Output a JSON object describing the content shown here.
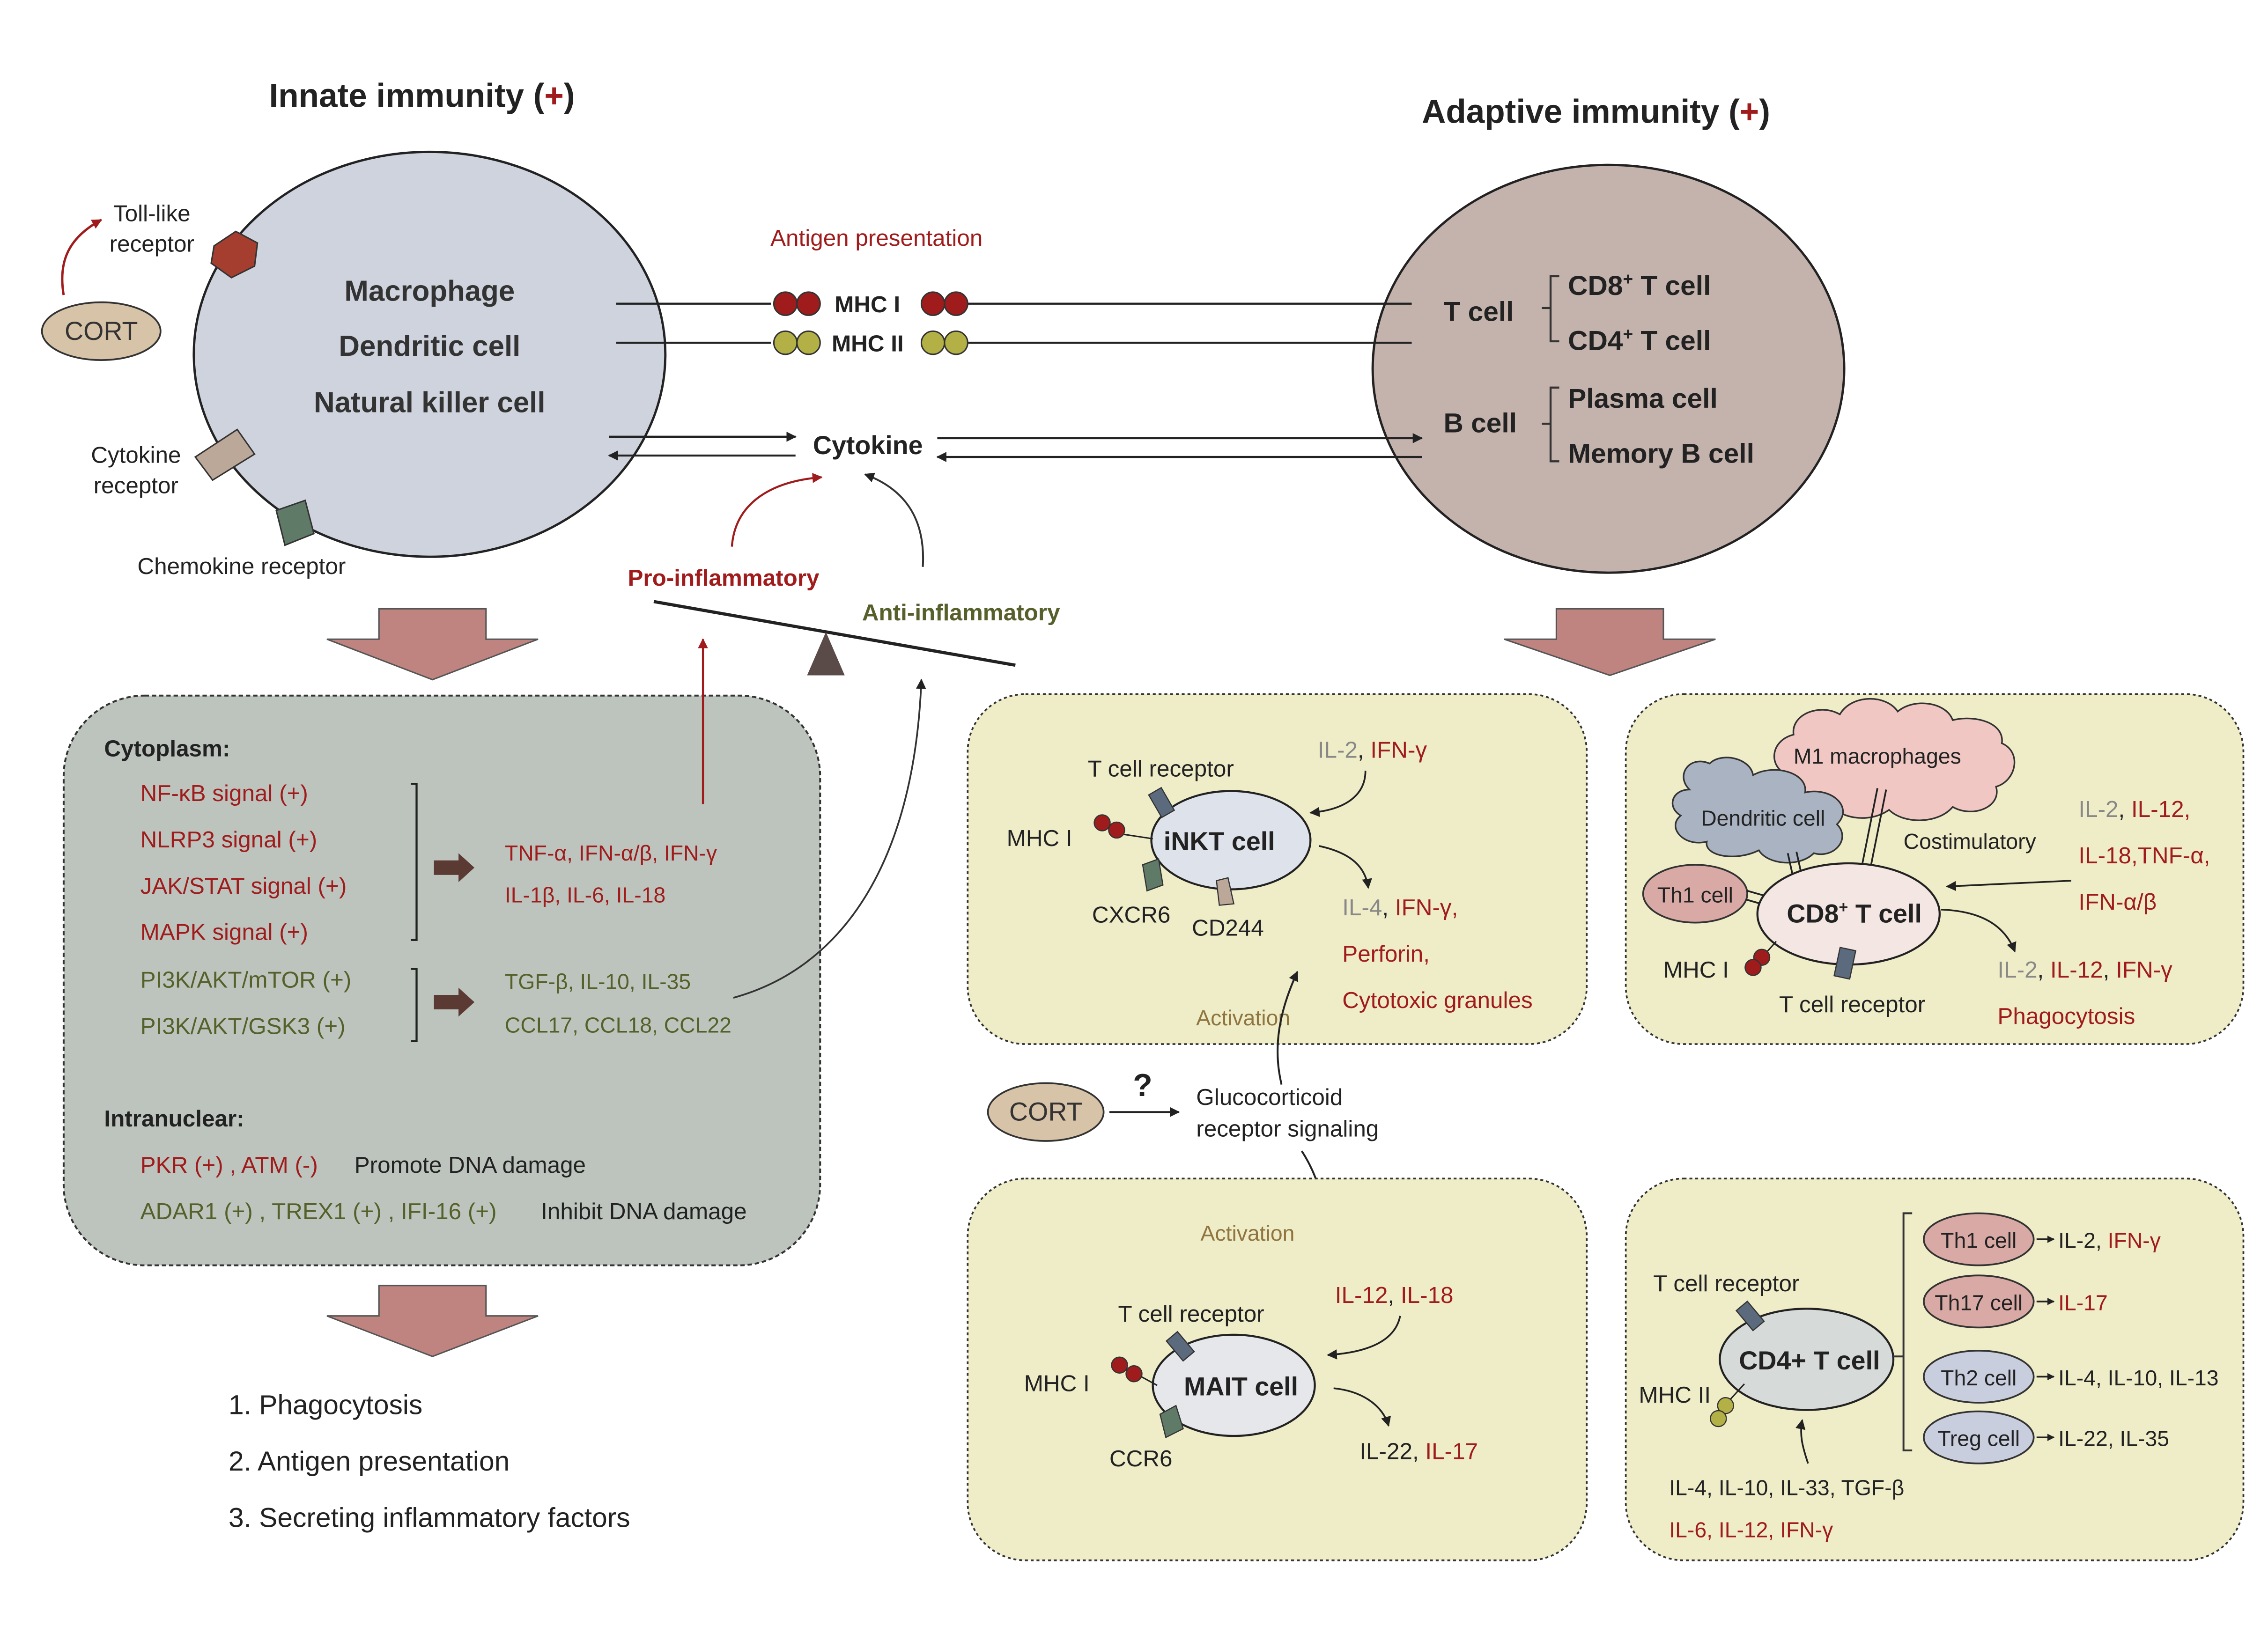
{
  "colors": {
    "red": "#a01c1c",
    "olive": "#55602a",
    "dark": "#222222",
    "grey_text": "#888888",
    "brown_text": "#8f7540",
    "innate_cell": "#cfd3dd",
    "adaptive_cell": "#c4b3ad",
    "cyto_panel": "#bcc4bd",
    "yellow_panel": "#efecc8",
    "arrow_fill": "#c08480"
  },
  "innate": {
    "title": "Innate immunity (",
    "plus": "+",
    "close": ")",
    "cells": [
      "Macrophage",
      "Dendritic cell",
      "Natural killer cell"
    ],
    "toll_like": [
      "Toll-like",
      "receptor"
    ],
    "cort": "CORT",
    "cytokine_receptor": [
      "Cytokine",
      "receptor"
    ],
    "chemokine_receptor": "Chemokine receptor"
  },
  "adaptive": {
    "title": "Adaptive immunity (",
    "plus": "+",
    "close": ")",
    "t_cell": "T cell",
    "cd8": "CD8",
    "cd4": "CD4",
    "sup": "+",
    "t_cell_suffix": " T cell",
    "b_cell": "B cell",
    "plasma": "Plasma cell",
    "memory": "Memory B cell"
  },
  "middle": {
    "antigen_presentation": "Antigen presentation",
    "mhc1": "MHC I",
    "mhc2": "MHC II",
    "cytokine": "Cytokine",
    "pro_inflammatory": "Pro-inflammatory",
    "anti_inflammatory": "Anti-inflammatory"
  },
  "cytoplasm": {
    "title": "Cytoplasm:",
    "pro_signals": [
      "NF-κB signal (+)",
      "NLRP3 signal (+)",
      "JAK/STAT signal (+)",
      "MAPK signal (+)"
    ],
    "pro_outputs": [
      "TNF-α, IFN-α/β, IFN-γ",
      "IL-1β, IL-6, IL-18"
    ],
    "anti_signals": [
      "PI3K/AKT/mTOR (+)",
      "PI3K/AKT/GSK3 (+)"
    ],
    "anti_outputs": [
      "TGF-β, IL-10, IL-35",
      "CCL17, CCL18, CCL22"
    ],
    "intranuclear_title": "Intranuclear:",
    "intra_row1": {
      "a": "PKR (+) , ATM (-)",
      "b": "Promote DNA damage"
    },
    "intra_row2": {
      "a": "ADAR1 (+) , TREX1 (+) , IFI-16 (+)",
      "b": "Inhibit DNA damage"
    }
  },
  "functions": [
    "1. Phagocytosis",
    "2. Antigen presentation",
    "3. Secreting inflammatory factors"
  ],
  "inkt": {
    "tcr": "T cell receptor",
    "il2": "IL-2",
    "comma": ", ",
    "ifng": "IFN-γ",
    "mhc1": "MHC I",
    "cell": "iNKT cell",
    "cxcr6": "CXCR6",
    "cd244": "CD244",
    "il4": "IL-4",
    "ifng2": "IFN-γ,",
    "perforin": "Perforin,",
    "granules": "Cytotoxic granules",
    "activation": "Activation"
  },
  "cd8panel": {
    "m1": "M1 macrophages",
    "dc": "Dendritic cell",
    "costim": "Costimulatory",
    "th1": "Th1 cell",
    "cd8": "CD8",
    "sup": "+",
    "tcell": " T cell",
    "mhc1": "MHC I",
    "tcr": "T cell receptor",
    "in_il2": "IL-2",
    "in_il12": "IL-12,",
    "in_row2": "IL-18,TNF-α,",
    "in_row3": "IFN-α/β",
    "out_il2": "IL-2",
    "out_il12": "IL-12",
    "out_ifng": "IFN-γ",
    "phago": "Phagocytosis"
  },
  "gr": {
    "cort": "CORT",
    "question": "?",
    "line1": "Glucocorticoid",
    "line2": "receptor signaling"
  },
  "mait": {
    "activation": "Activation",
    "tcr": "T cell receptor",
    "il12": "IL-12",
    "il18": "IL-18",
    "mhc1": "MHC I",
    "cell": "MAIT cell",
    "ccr6": "CCR6",
    "il22": "IL-22",
    "il17": "IL-17"
  },
  "cd4panel": {
    "tcr": "T cell receptor",
    "cell": "CD4+ T cell",
    "mhc2": "MHC II",
    "in_row1": "IL-4, IL-10, IL-33, TGF-β",
    "in_row2": "IL-6, IL-12, IFN-γ",
    "th1": "Th1 cell",
    "th1_out_a": "IL-2",
    "th1_out_b": "IFN-γ",
    "th17": "Th17 cell",
    "th17_out": "IL-17",
    "th2": "Th2 cell",
    "th2_out": "IL-4, IL-10, IL-13",
    "treg": "Treg cell",
    "treg_out": "IL-22, IL-35"
  }
}
